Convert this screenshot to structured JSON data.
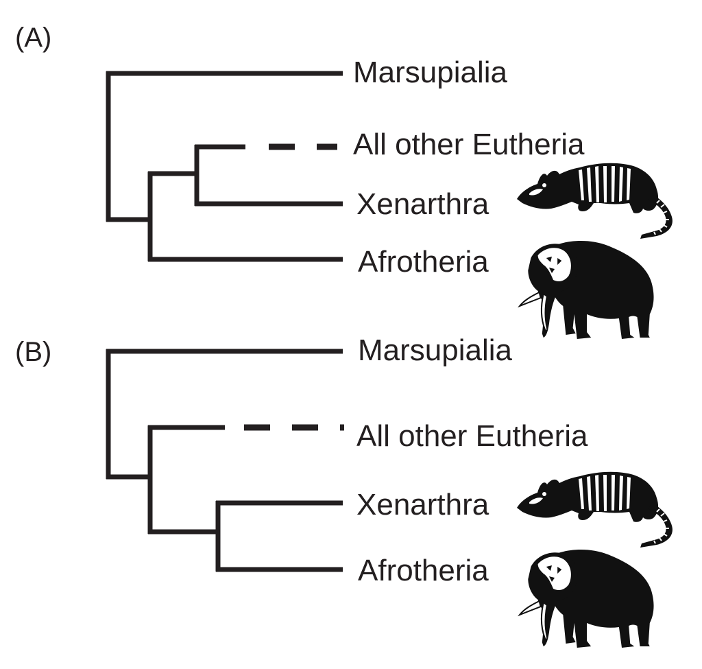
{
  "panel_a": {
    "label": "(A)",
    "taxa": {
      "marsupialia": "Marsupialia",
      "other_eutheria": "All other Eutheria",
      "xenarthra": "Xenarthra",
      "afrotheria": "Afrotheria"
    }
  },
  "panel_b": {
    "label": "(B)",
    "taxa": {
      "marsupialia": "Marsupialia",
      "other_eutheria": "All other Eutheria",
      "xenarthra": "Xenarthra",
      "afrotheria": "Afrotheria"
    }
  },
  "icons": {
    "armadillo": "armadillo-icon",
    "elephant": "elephant-icon"
  },
  "colors": {
    "ink": "#231f20",
    "background": "#ffffff"
  }
}
